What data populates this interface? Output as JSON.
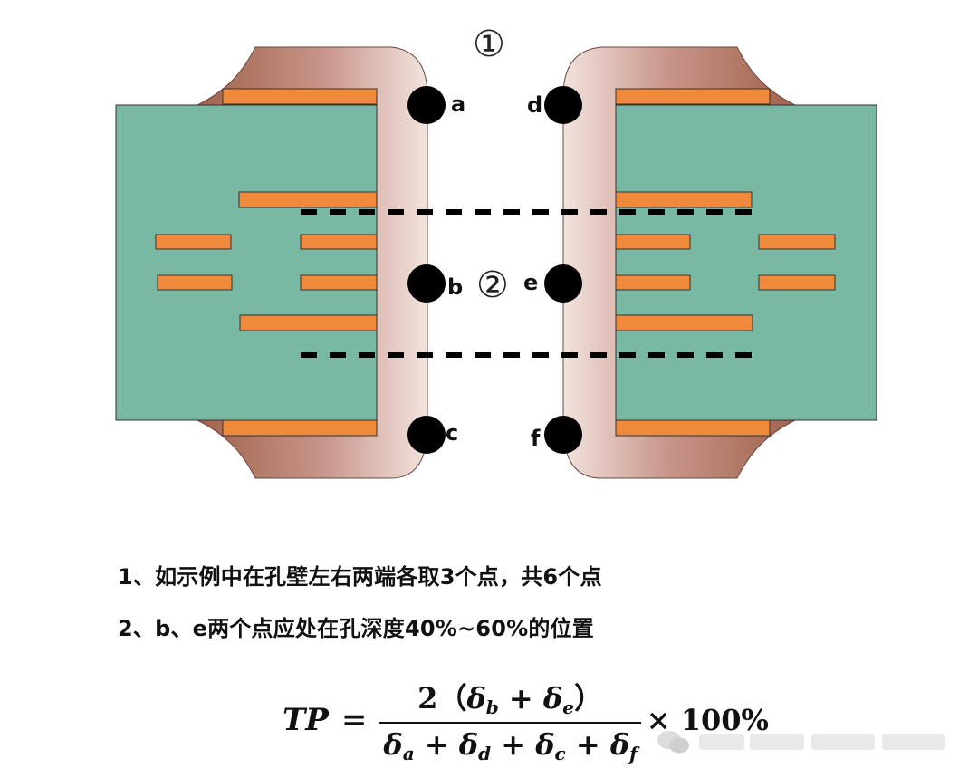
{
  "labels": {
    "section1": "①",
    "section2": "②",
    "point_a": "a",
    "point_b": "b",
    "point_c": "c",
    "point_d": "d",
    "point_e": "e",
    "point_f": "f"
  },
  "notes": {
    "line1": "1、如示例中在孔壁左右两端各取3个点，共6个点",
    "line2": "2、b、e两个点应处在孔深度40%~60%的位置"
  },
  "formula": {
    "lhs": "TP",
    "eq": "=",
    "num_coef": "2",
    "num_open": "（",
    "num_close": "）",
    "times": "×",
    "percent": "100%"
  },
  "colors": {
    "laminate": "#79b9a4",
    "copper_layer": "#ef8a3c",
    "plating_dark": "#a0624c",
    "plating_light": "#f2e3de",
    "point": "#000000",
    "dash": "#000000"
  }
}
